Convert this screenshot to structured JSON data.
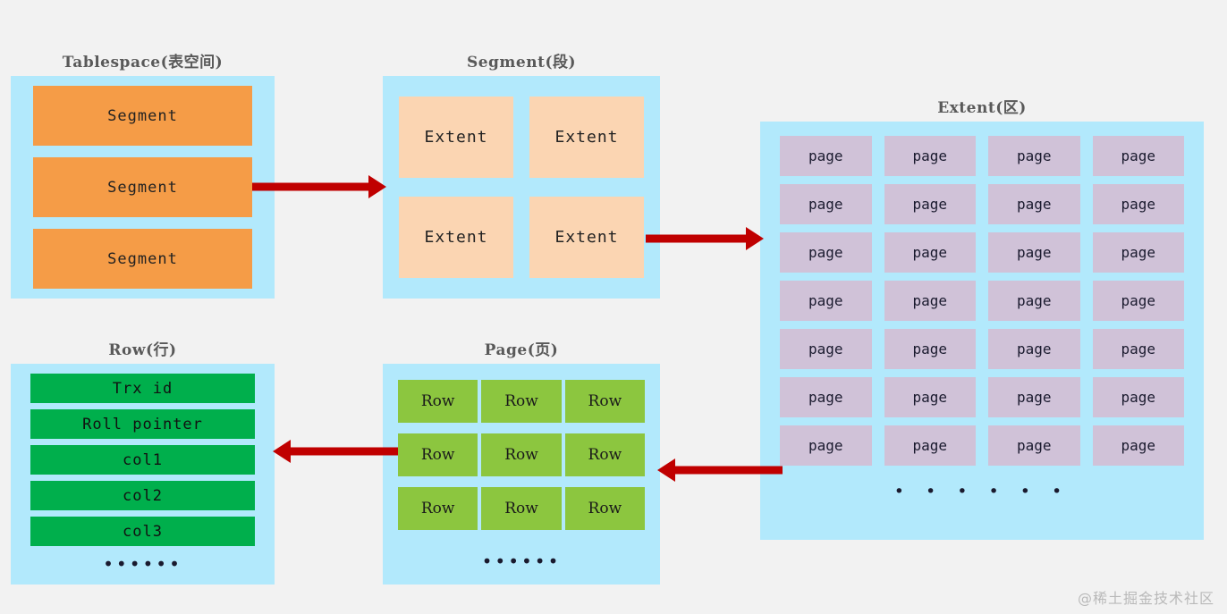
{
  "background_color": "#f2f2f2",
  "palette": {
    "panel_blue": "#b2e9fc",
    "segment_orange": "#f59c47",
    "extent_peach": "#fbd5b2",
    "page_purple": "#d0c2d8",
    "row_green_dark": "#00af4c",
    "row_green_light": "#8cc63f",
    "arrow_red": "#c00000",
    "title_gray": "#595959",
    "watermark_gray": "#b9b9b9"
  },
  "groups": {
    "tablespace": {
      "title": "Tablespace(表空间)",
      "items": [
        {
          "label": "Segment"
        },
        {
          "label": "Segment"
        },
        {
          "label": "Segment"
        }
      ]
    },
    "segment": {
      "title": "Segment(段)",
      "items": [
        {
          "label": "Extent"
        },
        {
          "label": "Extent"
        },
        {
          "label": "Extent"
        },
        {
          "label": "Extent"
        }
      ]
    },
    "extent": {
      "title": "Extent(区)",
      "columns": 4,
      "rows": 7,
      "items": [
        {
          "label": "page"
        },
        {
          "label": "page"
        },
        {
          "label": "page"
        },
        {
          "label": "page"
        },
        {
          "label": "page"
        },
        {
          "label": "page"
        },
        {
          "label": "page"
        },
        {
          "label": "page"
        },
        {
          "label": "page"
        },
        {
          "label": "page"
        },
        {
          "label": "page"
        },
        {
          "label": "page"
        },
        {
          "label": "page"
        },
        {
          "label": "page"
        },
        {
          "label": "page"
        },
        {
          "label": "page"
        },
        {
          "label": "page"
        },
        {
          "label": "page"
        },
        {
          "label": "page"
        },
        {
          "label": "page"
        },
        {
          "label": "page"
        },
        {
          "label": "page"
        },
        {
          "label": "page"
        },
        {
          "label": "page"
        },
        {
          "label": "page"
        },
        {
          "label": "page"
        },
        {
          "label": "page"
        },
        {
          "label": "page"
        }
      ],
      "ellipsis": "• • • • • •"
    },
    "row": {
      "title": "Row(行)",
      "items": [
        {
          "label": "Trx id"
        },
        {
          "label": "Roll pointer"
        },
        {
          "label": "col1"
        },
        {
          "label": "col2"
        },
        {
          "label": "col3"
        }
      ],
      "ellipsis": "••••••"
    },
    "page": {
      "title": "Page(页)",
      "columns": 3,
      "rows": 3,
      "items": [
        {
          "label": "Row"
        },
        {
          "label": "Row"
        },
        {
          "label": "Row"
        },
        {
          "label": "Row"
        },
        {
          "label": "Row"
        },
        {
          "label": "Row"
        },
        {
          "label": "Row"
        },
        {
          "label": "Row"
        },
        {
          "label": "Row"
        }
      ],
      "ellipsis": "••••••"
    }
  },
  "arrows": [
    {
      "name": "tablespace-to-segment",
      "direction": "right"
    },
    {
      "name": "segment-to-extent",
      "direction": "right"
    },
    {
      "name": "extent-to-page",
      "direction": "left"
    },
    {
      "name": "page-to-row",
      "direction": "left"
    }
  ],
  "watermark": "@稀土掘金技术社区"
}
